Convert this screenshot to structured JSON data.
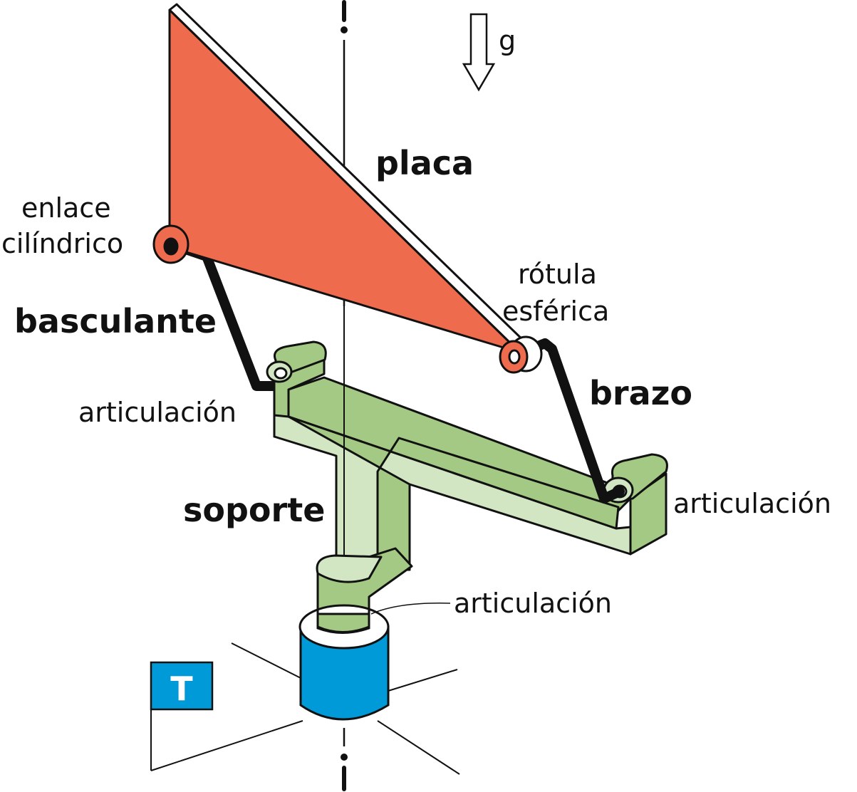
{
  "labels": {
    "gravity": "g",
    "plate": "placa",
    "cyl_link_line1": "enlace",
    "cyl_link_line2": "cilíndrico",
    "rocker": "basculante",
    "ball_joint_line1": "rótula",
    "ball_joint_line2": "esférica",
    "arm": "brazo",
    "hinge_left": "articulación",
    "hinge_right": "articulación",
    "hinge_base": "articulación",
    "support": "soporte",
    "frame_flag": "T"
  },
  "colors": {
    "plate": "#ee6b4d",
    "support_light": "#d3e6c4",
    "support_mid": "#a3c985",
    "base_blue": "#009ad9",
    "links": "#111111",
    "outline": "#111111"
  }
}
